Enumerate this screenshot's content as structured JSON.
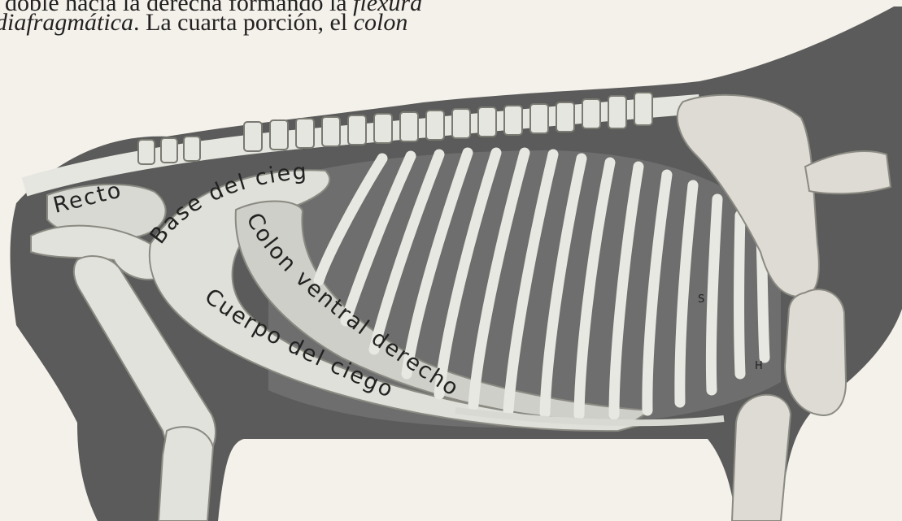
{
  "text": {
    "line1": "doble hacia la derecha formando la",
    "line1_italic": "flexura",
    "line2_italic": "diafragmática",
    "line2_rest": ". La cuarta porción, el",
    "line2_italic_end": "colon"
  },
  "labels": {
    "recto": "Recto",
    "base_ciego": "Base del ciego",
    "colon_ventral": "Colon ventral derecho",
    "cuerpo_ciego": "Cuerpo del ciego",
    "letter_s": "S",
    "letter_h": "H"
  },
  "colors": {
    "paper": "#f4f1ea",
    "body_dark": "#5a5a5a",
    "bone": "#e4e4de",
    "organ": "#d9d9d4",
    "ink": "#222222"
  }
}
